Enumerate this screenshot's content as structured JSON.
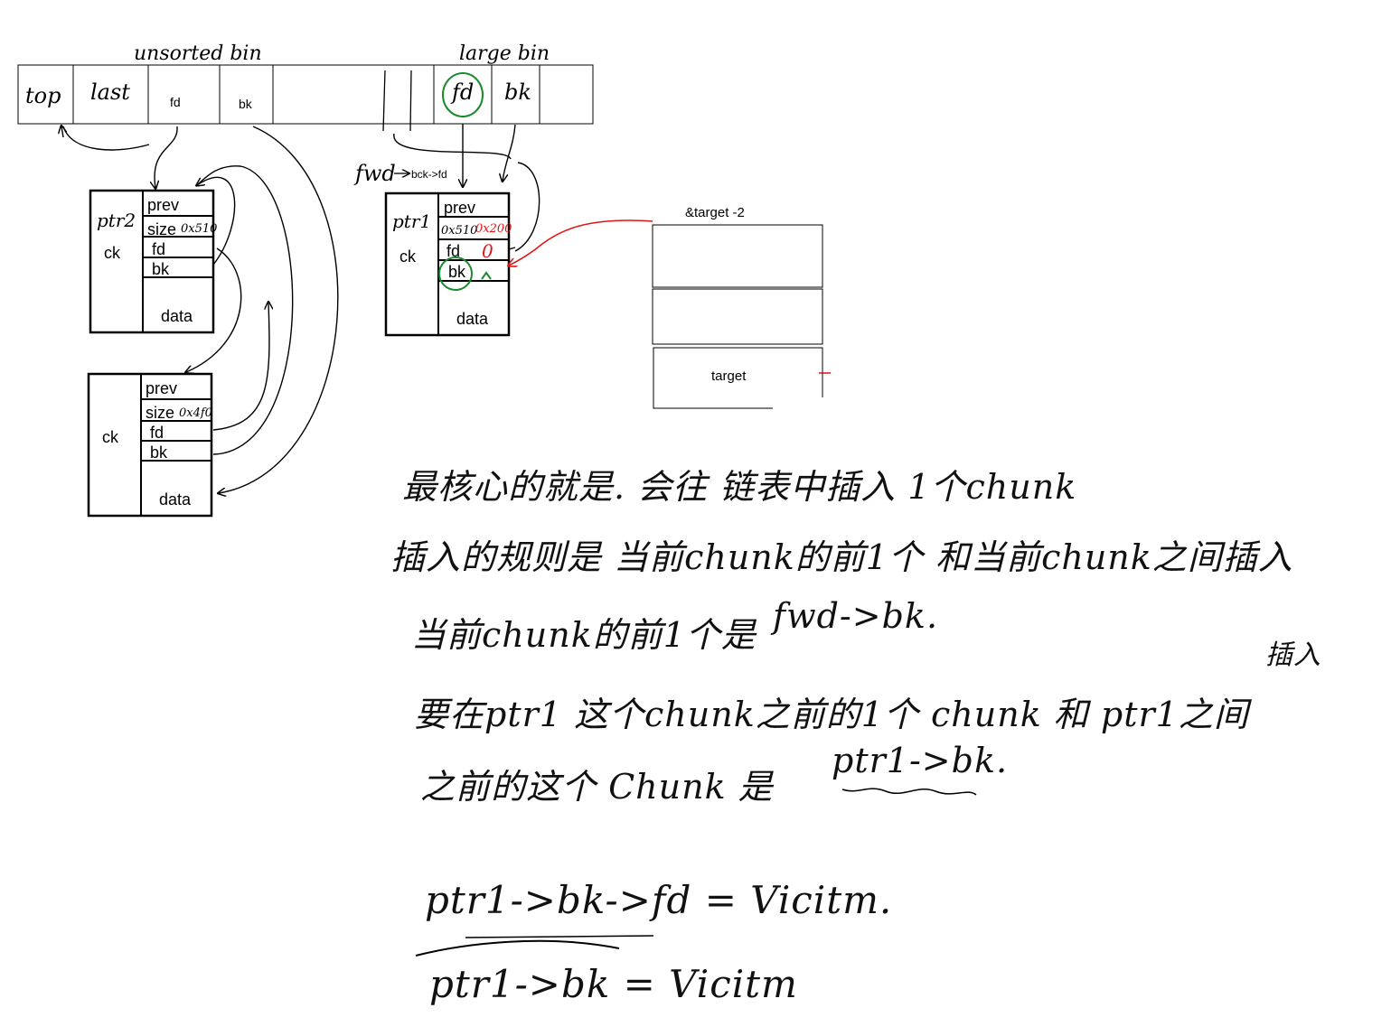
{
  "bin_labels": {
    "unsorted": "unsorted bin",
    "large": "large bin"
  },
  "bin_row": {
    "top": "top",
    "last": "last",
    "fd_small": "fd",
    "bk_small": "bk",
    "fd_large": "fd",
    "bk_large": "bk"
  },
  "fwd_label": "fwd",
  "bck_fd_label": "bck->fd",
  "chunk_ptr2": {
    "name": "ptr2",
    "ck": "ck",
    "prev": "prev",
    "size": "size",
    "size_val": "0x510",
    "fd": "fd",
    "bk": "bk",
    "data": "data"
  },
  "chunk_second": {
    "ck": "ck",
    "prev": "prev",
    "size": "size",
    "size_val": "0x4f0",
    "fd": "fd",
    "bk": "bk",
    "data": "data"
  },
  "chunk_ptr1": {
    "name": "ptr1",
    "ck": "ck",
    "prev": "prev",
    "size_val": "0x510",
    "size_new": "0x200",
    "fd": "fd",
    "fd_new": "0",
    "bk": "bk",
    "data": "data"
  },
  "target_stack": {
    "label": "&target -2",
    "target": "target"
  },
  "notes": {
    "line1": "最核心的就是. 会往 链表中插入 1个chunk",
    "line2": "插入的规则是 当前chunk的前1个 和当前chunk之间插入",
    "line3": "当前chunk的前1个是",
    "line3_expr": "fwd->bk.",
    "line4": "要在ptr1 这个chunk之前的1个 chunk 和 ptr1之间",
    "line4_tail": "插入",
    "line5": "之前的这个 Chunk 是",
    "line5_expr": "ptr1->bk.",
    "eq1": "ptr1->bk->fd = Vicitm.",
    "eq2": "ptr1->bk = Vicitm"
  },
  "colors": {
    "ink": "#000000",
    "green": "#1a8a2e",
    "red": "#e01515"
  }
}
